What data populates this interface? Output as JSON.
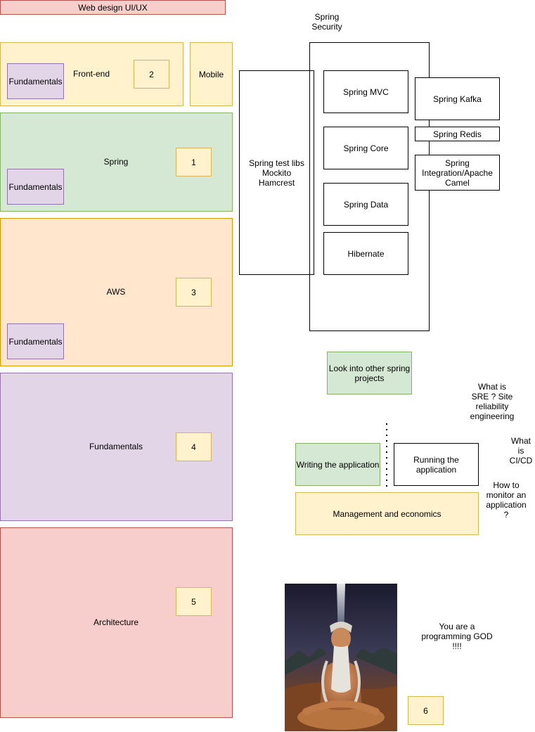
{
  "header_box": "Web design UI/UX",
  "frontend": {
    "title": "Front-end",
    "number": "2",
    "fundamentals": "Fundamentals",
    "mobile": "Mobile"
  },
  "spring": {
    "title": "Spring",
    "number": "1",
    "fundamentals": "Fundamentals"
  },
  "aws": {
    "title": "AWS",
    "number": "3",
    "fundamentals": "Fundamentals"
  },
  "fundamentals": {
    "title": "Fundamentals",
    "number": "4"
  },
  "architecture": {
    "title": "Architecture",
    "number": "5"
  },
  "spring_security": {
    "label": "Spring\nSecurity",
    "items": [
      "Spring MVC",
      "Spring Core",
      "Spring Data",
      "Hibernate"
    ]
  },
  "spring_test": "Spring test libs\nMockito\nHamcrest",
  "spring_side": [
    "Spring Kafka",
    "Spring Redis",
    "Spring\nIntegration/Apache\nCamel"
  ],
  "other_projects": "Look into other spring\nprojects",
  "sre": "What is\nSRE ? Site\nreliability\nengineering",
  "cicd": "What\nis\nCI/CD",
  "monitor": "How to\nmonitor an\napplication\n?",
  "writing": "Writing the application",
  "running": "Running the\napplication",
  "management": "Management and economics",
  "god_text": "You are a\nprogramming GOD\n!!!!",
  "number_six": "6",
  "colors": {
    "yellow": "#fff2cc",
    "green": "#d5e8d4",
    "orange": "#ffe6cc",
    "purple": "#e1d5e7",
    "red": "#f8cecc"
  },
  "image_description": "painting of a long-bearded meditating sage in a desert landscape with a beam of light"
}
